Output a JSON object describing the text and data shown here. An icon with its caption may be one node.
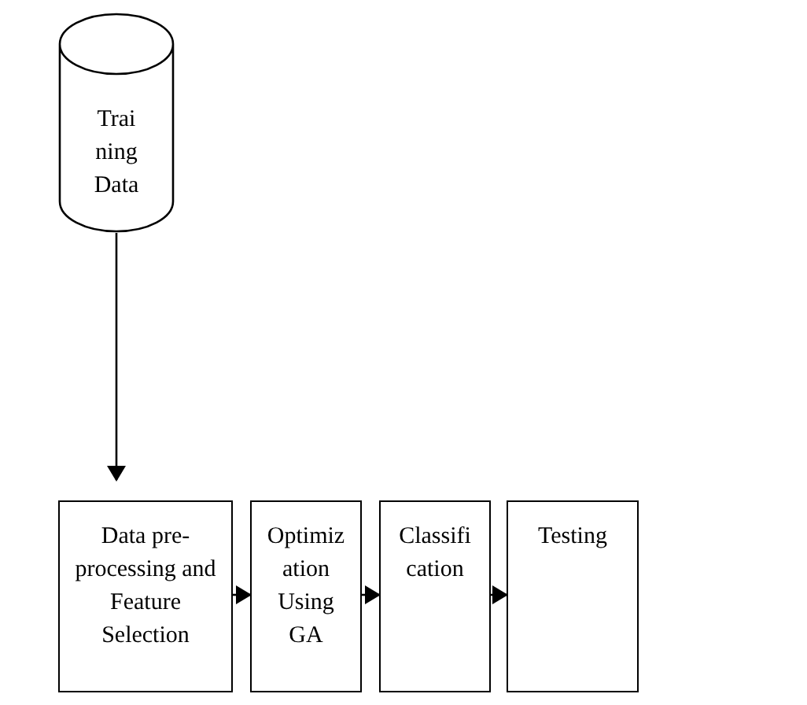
{
  "diagram": {
    "nodes": [
      {
        "text": [
          "Trai ning Data"
        ]
      },
      {
        "text": [
          "Data pre-processing and Feature Selection"
        ]
      },
      {
        "text": [
          "Optimiz ation Using GA"
        ]
      },
      {
        "text": [
          "Classifi cation"
        ]
      },
      {
        "text": [
          "Testing"
        ]
      }
    ],
    "edges": [
      {
        "from": 0,
        "to": 1,
        "arrow": "to"
      },
      {
        "from": 1,
        "to": 2,
        "arrow": "to"
      },
      {
        "from": 2,
        "to": 3,
        "arrow": "to"
      },
      {
        "from": 3,
        "to": 4,
        "arrow": "to"
      }
    ]
  }
}
